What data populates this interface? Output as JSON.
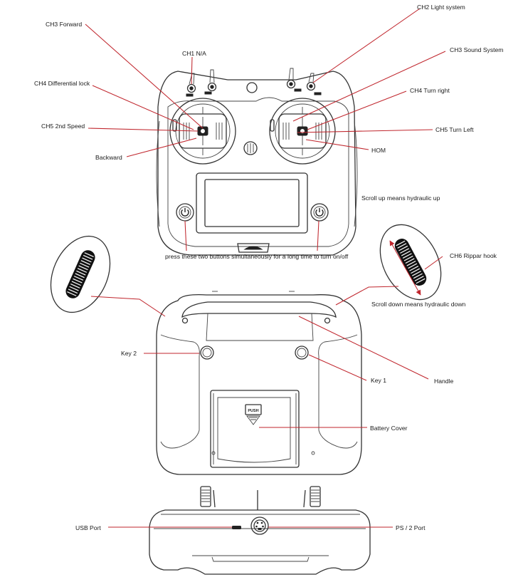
{
  "labels": {
    "ch3_forward": "CH3 Forward",
    "ch1_na": "CH1 N/A",
    "ch2_light": "CH2 Light system",
    "ch3_sound": "CH3 Sound System",
    "ch4_diff_lock": "CH4 Differential lock",
    "ch4_turn_right": "CH4 Turn right",
    "ch5_2nd_speed": "CH5 2nd Speed",
    "ch5_turn_left": "CH5 Turn Left",
    "backward": "Backward",
    "hom": "HOM",
    "scroll_up": "Scroll up means hydraulic up",
    "power_note": "press these two buttons simultaneously for a long time to turn on/off",
    "ch6_rippar": "CH6 Rippar hook",
    "scroll_down": "Scroll down means hydraulic down",
    "key2": "Key 2",
    "key1": "Key 1",
    "handle": "Handle",
    "battery_cover": "Battery Cover",
    "usb_port": "USB Port",
    "ps2_port": "PS / 2 Port",
    "push": "PUSH"
  },
  "colors": {
    "leader": "#c0262d",
    "outline": "#333333",
    "text": "#1a1a1a"
  },
  "icons": [
    "power-icon",
    "scroll-wheel-icon",
    "usb-port-icon",
    "ps2-port-icon"
  ]
}
